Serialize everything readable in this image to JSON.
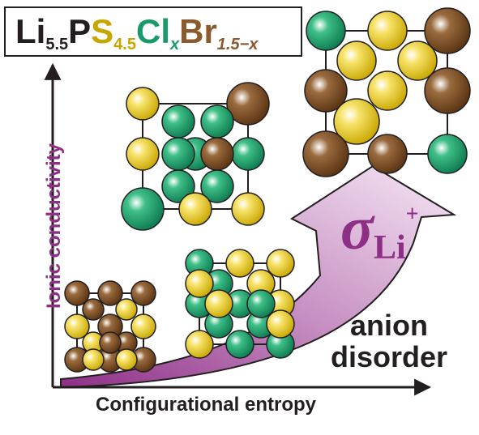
{
  "formula": {
    "li": "Li",
    "li_sub": "5.5",
    "p": "P",
    "s": "S",
    "s_sub": "4.5",
    "cl": "Cl",
    "cl_sub": "x",
    "br": "Br",
    "br_sub": "1.5−x"
  },
  "axes": {
    "x_label": "Configurational entropy",
    "y_label": "Ionic conductivity"
  },
  "annotation": {
    "line1": "anion",
    "line2": "disorder"
  },
  "conductivity_symbol": {
    "sigma": "σ",
    "species": "Li",
    "charge": "+"
  },
  "colors": {
    "lithium_text": "#231f20",
    "sulfur": "#e8c81e",
    "chlorine": "#1a9a6a",
    "bromine": "#7a4a1e",
    "conductivity": "#8e2f86",
    "axis": "#231f20"
  },
  "crystals": [
    {
      "name": "ordered-small",
      "atoms": [
        "br",
        "br",
        "br",
        "br",
        "s",
        "s",
        "br",
        "s",
        "s",
        "br",
        "br",
        "br",
        "br",
        "s",
        "s",
        "br"
      ]
    },
    {
      "name": "partial-disorder",
      "atoms": [
        "cl",
        "s",
        "s",
        "cl",
        "s",
        "cl",
        "cl",
        "s",
        "cl",
        "cl",
        "s",
        "cl",
        "cl",
        "s",
        "cl",
        "s",
        "s"
      ]
    },
    {
      "name": "upper-mixed",
      "atoms": [
        "s",
        "br",
        "cl",
        "cl",
        "s",
        "cl",
        "cl",
        "cl",
        "cl",
        "cl",
        "s",
        "br",
        "cl",
        "s"
      ]
    },
    {
      "name": "large-disorder",
      "atoms": [
        "cl",
        "s",
        "br",
        "s",
        "s",
        "br",
        "br",
        "s",
        "br",
        "br",
        "cl",
        "s"
      ]
    }
  ]
}
